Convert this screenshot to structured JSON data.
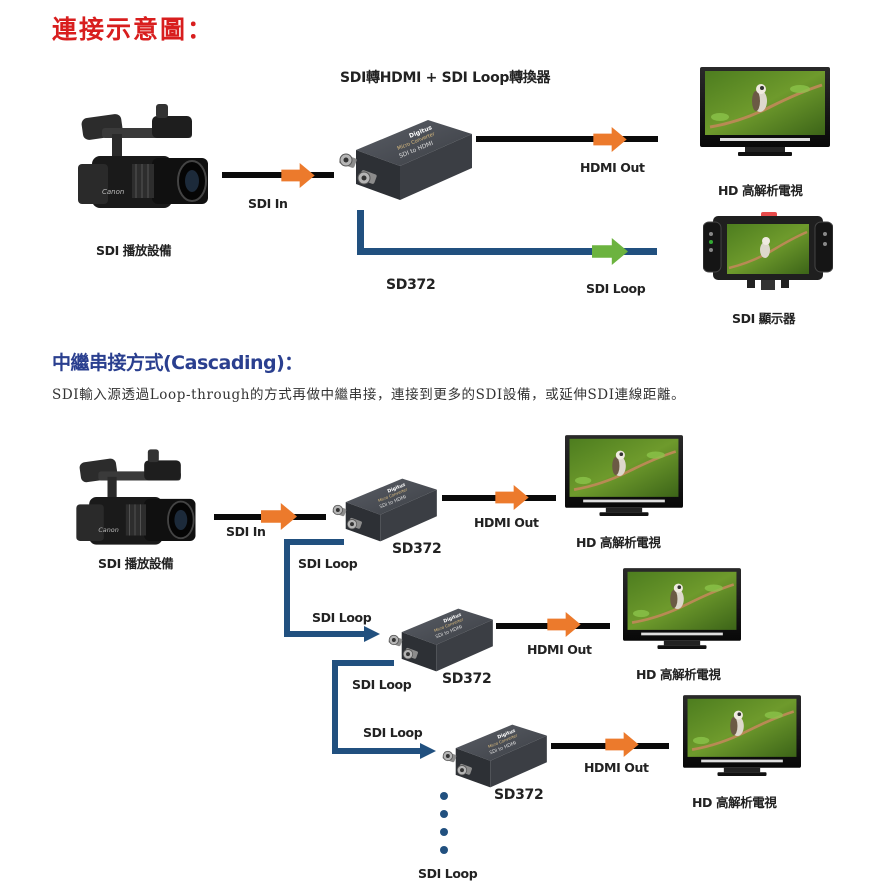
{
  "headings": {
    "connection_diagram": "連接示意圖：",
    "cascading": "中繼串接方式(Cascading)：",
    "cascading_description": "SDI輸入源透過Loop-through的方式再做中繼串接，連接到更多的SDI設備，或延伸SDI連線距離。"
  },
  "diagram1": {
    "product_title": "SDI轉HDMI + SDI Loop轉換器",
    "source_label": "SDI 播放設備",
    "sdi_in_label": "SDI In",
    "hdmi_out_label": "HDMI Out",
    "model_label": "SD372",
    "sdi_loop_label": "SDI Loop",
    "tv_label": "HD 高解析電視",
    "monitor_label": "SDI 顯示器"
  },
  "diagram2": {
    "source_label": "SDI 播放設備",
    "sdi_in_label": "SDI In",
    "stages": [
      {
        "model_label": "SD372",
        "hdmi_out_label": "HDMI Out",
        "tv_label": "HD 高解析電視",
        "loop_out_label": "SDI Loop"
      },
      {
        "loop_in_label": "SDI Loop",
        "model_label": "SD372",
        "hdmi_out_label": "HDMI Out",
        "tv_label": "HD 高解析電視",
        "loop_out_label": "SDI Loop"
      },
      {
        "loop_in_label": "SDI Loop",
        "model_label": "SD372",
        "hdmi_out_label": "HDMI Out",
        "tv_label": "HD 高解析電視"
      }
    ],
    "continuation_label": "SDI Loop"
  },
  "device_text": {
    "brand": "Digitus",
    "line1": "Micro Converter",
    "line2": "SDI to HDMI"
  },
  "colors": {
    "heading_red": "#d81e1e",
    "heading_blue": "#2a3f8f",
    "hdmi_arrow": "#ec7a2c",
    "loop_arrow": "#6cb33f",
    "loop_line": "#21507f"
  }
}
